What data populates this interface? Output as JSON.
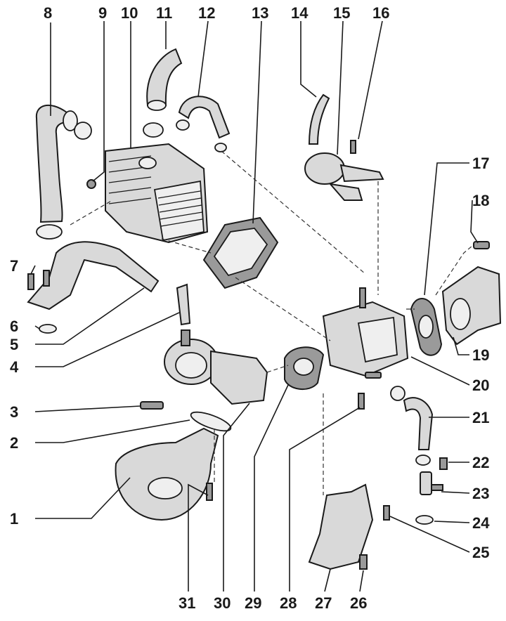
{
  "callouts": [
    {
      "id": "1",
      "label": "1"
    },
    {
      "id": "2",
      "label": "2"
    },
    {
      "id": "3",
      "label": "3"
    },
    {
      "id": "4",
      "label": "4"
    },
    {
      "id": "5",
      "label": "5"
    },
    {
      "id": "6",
      "label": "6"
    },
    {
      "id": "7",
      "label": "7"
    },
    {
      "id": "8",
      "label": "8"
    },
    {
      "id": "9",
      "label": "9"
    },
    {
      "id": "10",
      "label": "10"
    },
    {
      "id": "11",
      "label": "11"
    },
    {
      "id": "12",
      "label": "12"
    },
    {
      "id": "13",
      "label": "13"
    },
    {
      "id": "14",
      "label": "14"
    },
    {
      "id": "15",
      "label": "15"
    },
    {
      "id": "16",
      "label": "16"
    },
    {
      "id": "17",
      "label": "17"
    },
    {
      "id": "18",
      "label": "18"
    },
    {
      "id": "19",
      "label": "19"
    },
    {
      "id": "20",
      "label": "20"
    },
    {
      "id": "21",
      "label": "21"
    },
    {
      "id": "22",
      "label": "22"
    },
    {
      "id": "23",
      "label": "23"
    },
    {
      "id": "24",
      "label": "24"
    },
    {
      "id": "25",
      "label": "25"
    },
    {
      "id": "26",
      "label": "26"
    },
    {
      "id": "27",
      "label": "27"
    },
    {
      "id": "28",
      "label": "28"
    },
    {
      "id": "29",
      "label": "29"
    },
    {
      "id": "30",
      "label": "30"
    },
    {
      "id": "31",
      "label": "31"
    }
  ],
  "colors": {
    "line": "#1a1a1a",
    "part_fill": "#d9d9d9",
    "background": "#ffffff"
  }
}
